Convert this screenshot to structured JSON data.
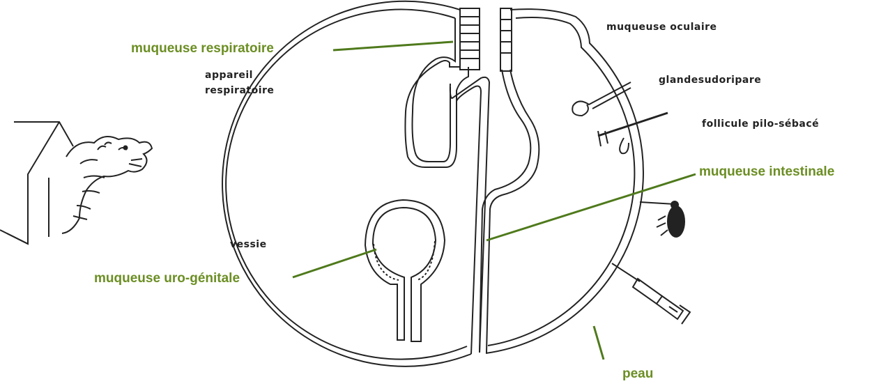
{
  "diagram": {
    "labels_highlight": {
      "respiratory": "muqueuse respiratoire",
      "intestinal": "muqueuse intestinale",
      "urogenital": "muqueuse uro-génitale",
      "skin": "peau"
    },
    "labels_original": {
      "respiratory_system": [
        "appareil",
        "respiratoire"
      ],
      "bladder": "vessie",
      "ocular": "muqueuse oculaire",
      "sweat_gland": "glandesudoripare",
      "hair_follicle": "follicule pilo-sébacé"
    },
    "colors": {
      "highlight": "#6b8e23",
      "outline": "#222222",
      "leader": "#4f7a1c"
    }
  }
}
